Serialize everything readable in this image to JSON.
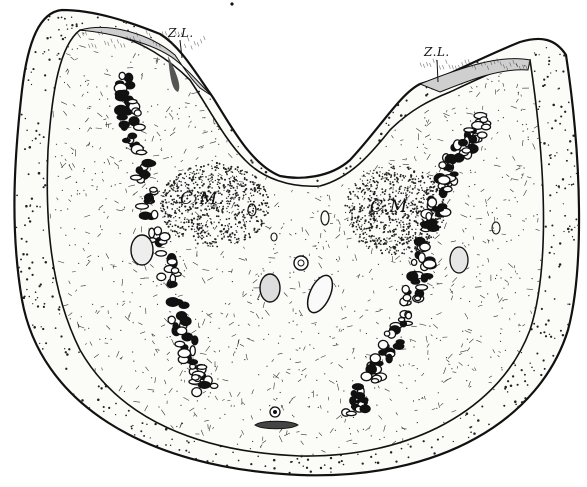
{
  "figure": {
    "labels": {
      "zl_left": "Z.L.",
      "zl_right": "Z.L.",
      "cm_left": "C.M.",
      "cm_right": "C.M."
    }
  }
}
